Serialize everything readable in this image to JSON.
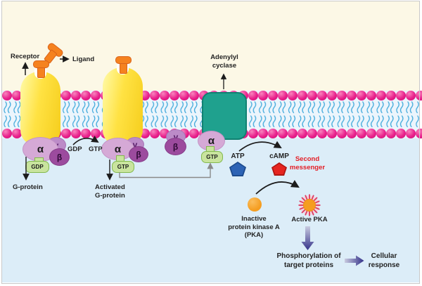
{
  "labels": {
    "receptor": "Receptor",
    "ligand": "Ligand",
    "g_protein": "G-protein",
    "activated_g_protein": [
      "Activated",
      "G-protein"
    ],
    "exchange": {
      "from": "GDP",
      "to": "GTP"
    },
    "adenylyl_cyclase": [
      "Adenylyl",
      "cyclase"
    ],
    "atp": "ATP",
    "camp": "cAMP",
    "second_messenger": [
      "Second",
      "messenger"
    ],
    "inactive_pka": [
      "Inactive",
      "protein kinase A",
      "(PKA)"
    ],
    "active_pka": "Active PKA",
    "phosphorylation": [
      "Phosphorylation of",
      "target proteins"
    ],
    "cellular_response": [
      "Cellular",
      "response"
    ]
  },
  "subunits": {
    "alpha": "α",
    "beta": "β",
    "gamma": "γ"
  },
  "nucleotides": {
    "gdp": "GDP",
    "gtp": "GTP"
  },
  "colors": {
    "extracellular_bg": "#FCF8E6",
    "cytoplasm_bg": "#DCEDF8",
    "membrane_head": "#E9218C",
    "lipid_tail": "#45ABDC",
    "receptor_yellow": "#FFE243",
    "ligand_orange": "#F5821F",
    "adenylyl_cyclase_teal": "#1FA18E",
    "alpha_subunit": "#D5A9D6",
    "gamma_subunit": "#BC8BC8",
    "beta_subunit": "#9C4B9E",
    "nucleotide_tag": "#C9E49E",
    "atp_blue": "#2D63B5",
    "camp_red": "#E62520",
    "second_messenger_text": "#E41E26",
    "pka_orange": "#F59D20",
    "active_rays": "#DD3A60",
    "process_arrow": "#35338A"
  }
}
